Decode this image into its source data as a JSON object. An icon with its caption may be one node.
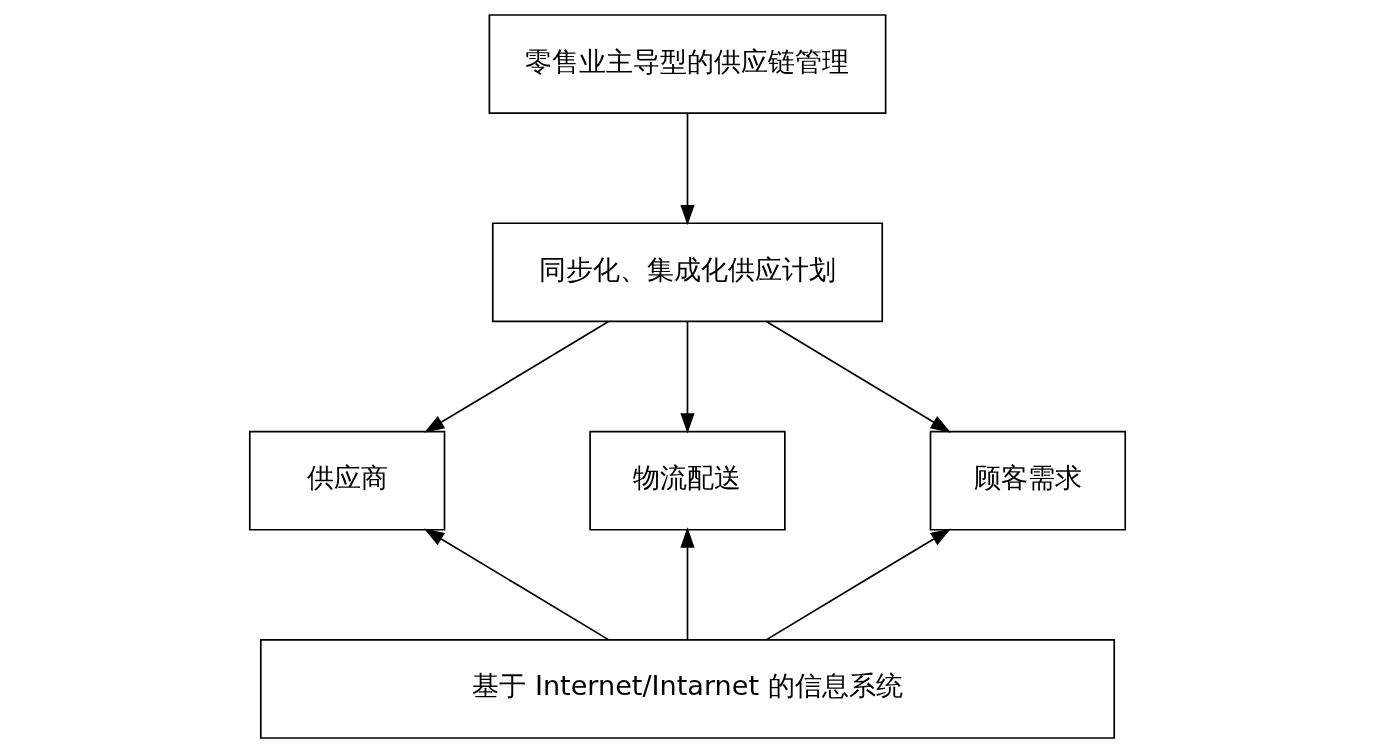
{
  "diagram": {
    "nodes": [
      {
        "text": [
          "零售业主导型的供应链管理"
        ]
      },
      {
        "text": [
          "同步化、集成化供应计划"
        ]
      },
      {
        "text": [
          "供应商"
        ]
      },
      {
        "text": [
          "物流配送"
        ]
      },
      {
        "text": [
          "顾客需求"
        ]
      },
      {
        "text": [
          "基于 Internet/Intarnet 的信息系统"
        ]
      }
    ],
    "edges": [
      {
        "from": 0,
        "to": 1,
        "arrow": "to"
      },
      {
        "from": 1,
        "to": 2,
        "arrow": "to"
      },
      {
        "from": 1,
        "to": 3,
        "arrow": "to"
      },
      {
        "from": 1,
        "to": 4,
        "arrow": "to"
      },
      {
        "from": 5,
        "to": 2,
        "arrow": "to"
      },
      {
        "from": 5,
        "to": 3,
        "arrow": "to"
      },
      {
        "from": 5,
        "to": 4,
        "arrow": "to"
      }
    ]
  }
}
